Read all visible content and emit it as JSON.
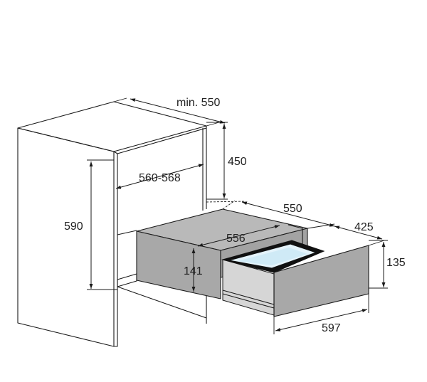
{
  "dimensions": {
    "cabinet_depth_min": "min. 550",
    "upper_clearance": "450",
    "inner_width": "560-568",
    "niche_height": "590",
    "appliance_depth": "550",
    "drawer_pullout": "425",
    "appliance_width": "556",
    "front_height": "135",
    "body_height": "141",
    "front_width": "597"
  },
  "colors": {
    "line": "#1a1a1a",
    "appliance_top": "#b9b9b9",
    "appliance_side": "#a3a3a3",
    "appliance_front": "#a8a8a8",
    "drawer_interior": "#e4f3fb",
    "drawer_glass": "#cfeaf6",
    "drawer_frame": "#111111"
  }
}
